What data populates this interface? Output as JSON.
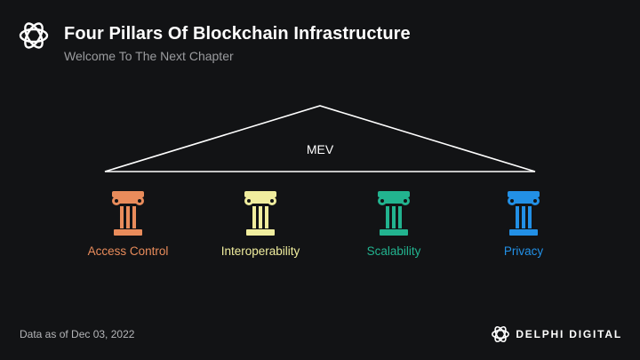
{
  "header": {
    "title": "Four Pillars Of Blockchain Infrastructure",
    "subtitle": "Welcome To The Next Chapter",
    "logo_icon": "delphi-knot-icon"
  },
  "diagram": {
    "roof_label": "MEV",
    "pillars": [
      {
        "label": "Access Control",
        "color": "#e98c5b",
        "icon": "column-icon"
      },
      {
        "label": "Interoperability",
        "color": "#f0ed9e",
        "icon": "column-icon"
      },
      {
        "label": "Scalability",
        "color": "#22b38f",
        "icon": "column-icon"
      },
      {
        "label": "Privacy",
        "color": "#2290e6",
        "icon": "column-icon"
      }
    ]
  },
  "footer": {
    "note": "Data as of Dec 03, 2022",
    "brand": "DELPHI DIGITAL",
    "brand_icon": "delphi-knot-icon"
  }
}
